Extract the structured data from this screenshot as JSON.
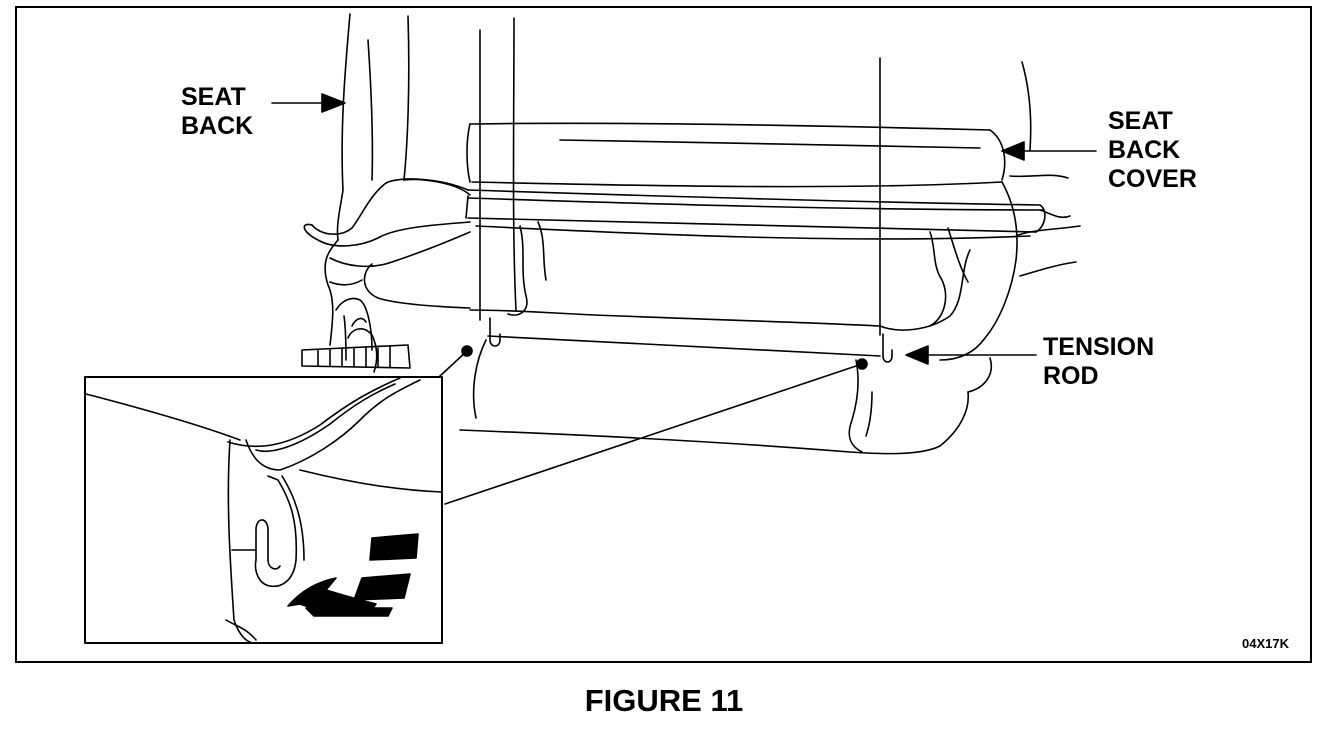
{
  "figure": {
    "labels": {
      "seat_back": [
        "SEAT",
        "BACK"
      ],
      "seat_back_cover": [
        "SEAT",
        "BACK",
        "COVER"
      ],
      "tension_rod": [
        "TENSION",
        "ROD"
      ]
    },
    "image_code": "04X17K",
    "caption": "FIGURE 11"
  }
}
